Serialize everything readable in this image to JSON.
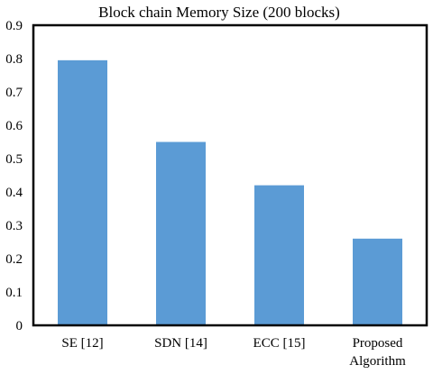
{
  "chart_data": {
    "type": "bar",
    "title": "Block chain Memory Size (200 blocks)",
    "categories": [
      "SE [12]",
      "SDN [14]",
      "ECC [15]",
      "Proposed Algorithm"
    ],
    "category_lines": [
      [
        "SE [12]"
      ],
      [
        "SDN [14]"
      ],
      [
        "ECC [15]"
      ],
      [
        "Proposed",
        "Algorithm"
      ]
    ],
    "values": [
      0.795,
      0.55,
      0.42,
      0.26
    ],
    "ylim": [
      0,
      0.9
    ],
    "yticks": [
      "0",
      "0.1",
      "0.2",
      "0.3",
      "0.4",
      "0.5",
      "0.6",
      "0.7",
      "0.8",
      "0.9"
    ],
    "bar_color": "#5b9bd5",
    "frame_color": "#000000",
    "grid": false,
    "legend": "none"
  }
}
